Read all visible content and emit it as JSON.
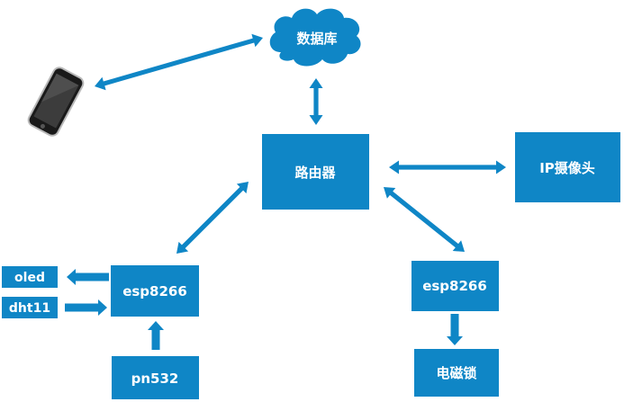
{
  "colors": {
    "box": "#0f86c6",
    "arrow": "#0f86c6",
    "text": "#ffffff",
    "phone_body": "#222222"
  },
  "nodes": {
    "database": {
      "label": "数据库"
    },
    "router": {
      "label": "路由器"
    },
    "ip_camera": {
      "label": "IP摄像头"
    },
    "esp8266_left": {
      "label": "esp8266"
    },
    "esp8266_right": {
      "label": "esp8266"
    },
    "oled": {
      "label": "oled"
    },
    "dht11": {
      "label": "dht11"
    },
    "pn532": {
      "label": "pn532"
    },
    "electromagnetic_lock": {
      "label": "电磁锁"
    }
  },
  "icons": {
    "phone": "smartphone-icon",
    "cloud": "cloud-icon"
  }
}
